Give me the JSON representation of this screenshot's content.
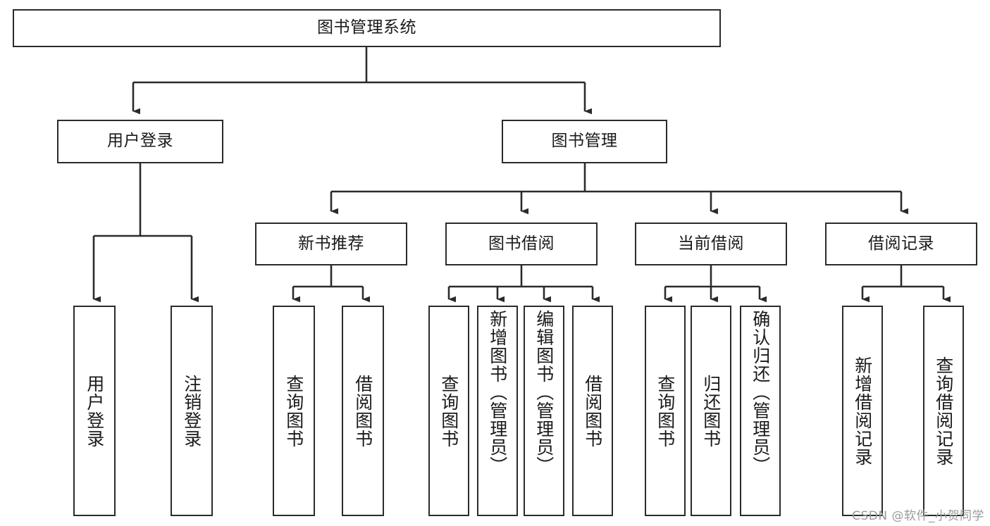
{
  "diagram": {
    "title": "图书管理系统",
    "type": "tree-hierarchy-chart",
    "style": {
      "box_border_color": "#2b2b2b",
      "box_fill_color": "#ffffff",
      "edge_color": "#2b2b2b",
      "background_color": "#ffffff",
      "text_color": "#1a1a1a"
    },
    "levels": {
      "root": {
        "label": "图书管理系统"
      },
      "level2": [
        {
          "label": "用户登录"
        },
        {
          "label": "图书管理"
        }
      ],
      "level3": [
        {
          "label": "新书推荐"
        },
        {
          "label": "图书借阅"
        },
        {
          "label": "当前借阅"
        },
        {
          "label": "借阅记录"
        }
      ],
      "leaves": {
        "user_login": [
          {
            "label": "用户登录"
          },
          {
            "label": "注销登录"
          }
        ],
        "new_book_recommend": [
          {
            "label": "查询图书"
          },
          {
            "label": "借阅图书"
          }
        ],
        "book_borrow": [
          {
            "label": "查询图书"
          },
          {
            "label": "新增图书（管理员）"
          },
          {
            "label": "编辑图书（管理员）"
          },
          {
            "label": "借阅图书"
          }
        ],
        "current_borrow": [
          {
            "label": "查询图书"
          },
          {
            "label": "归还图书"
          },
          {
            "label": "确认归还（管理员）"
          }
        ],
        "borrow_record": [
          {
            "label": "新增借阅记录"
          },
          {
            "label": "查询借阅记录"
          }
        ]
      }
    }
  },
  "watermark": {
    "text": "CSDN @软件_小贺同学"
  }
}
